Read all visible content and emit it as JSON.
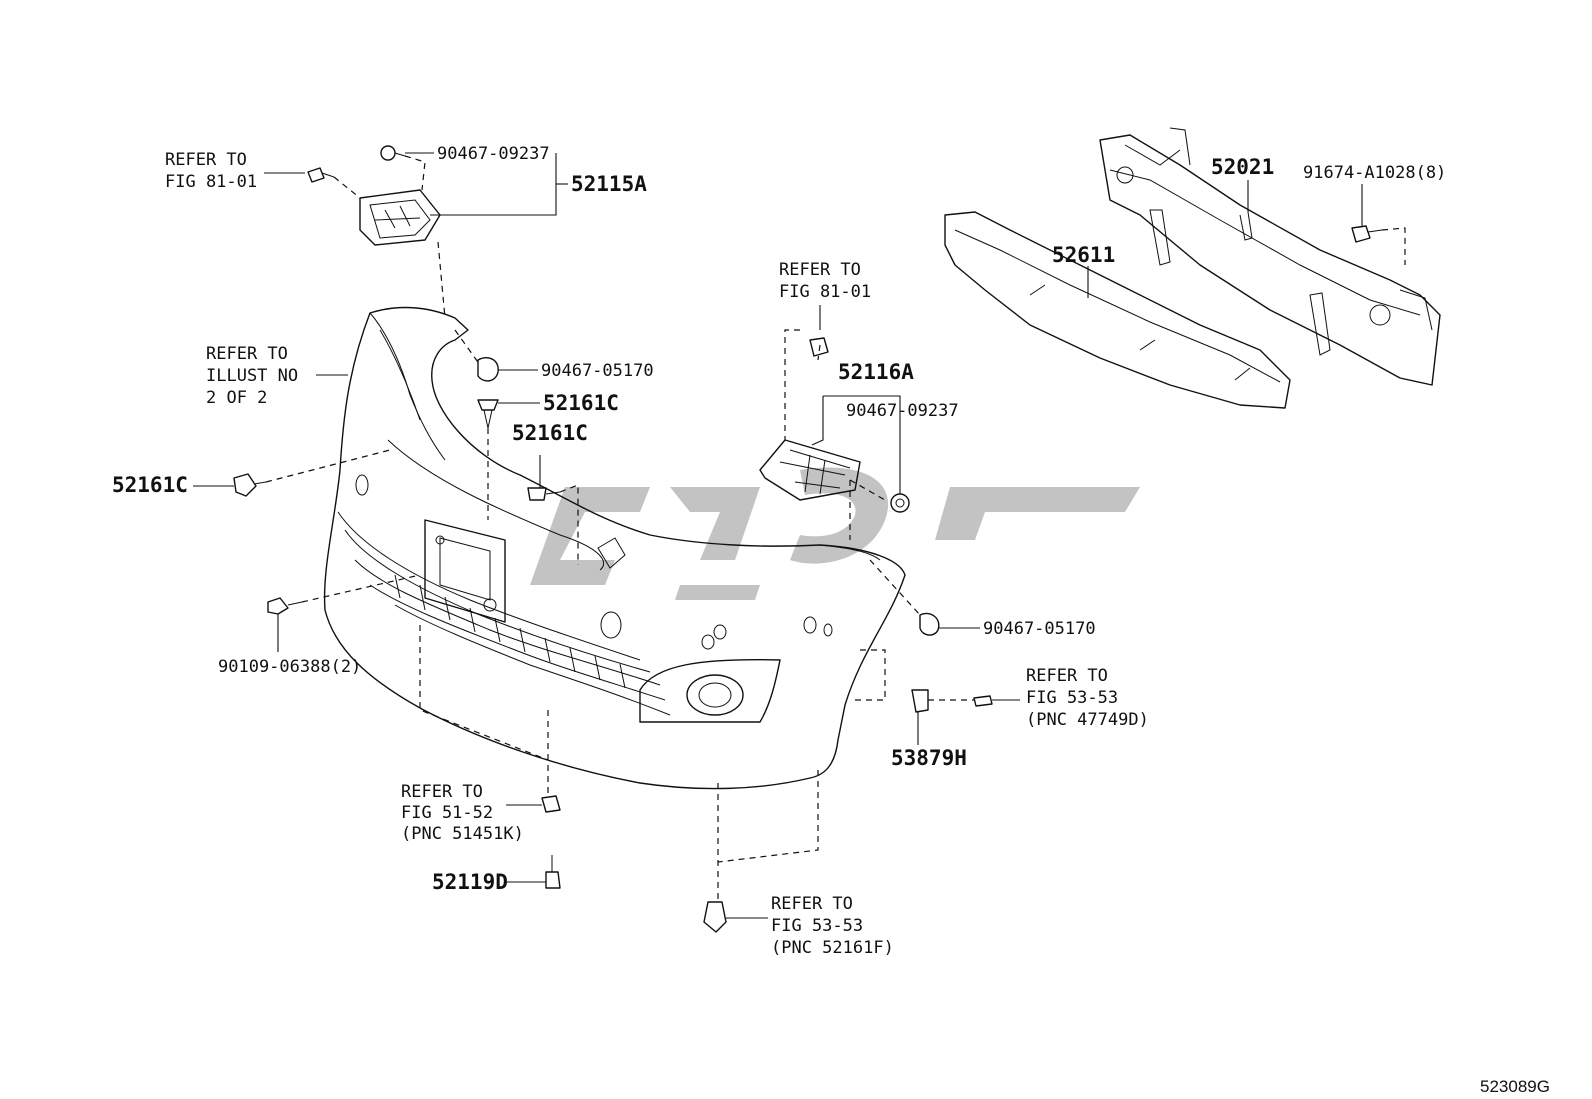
{
  "diagram_code": "523089G",
  "callouts": {
    "c_52115A": "52115A",
    "c_90467_09237_top": "90467-09237",
    "c_90467_05170_left": "90467-05170",
    "c_52161C_a": "52161C",
    "c_52161C_b": "52161C",
    "c_52161C_c": "52161C",
    "c_90109_06388": "90109-06388(2)",
    "c_52116A": "52116A",
    "c_90467_09237_right": "90467-09237",
    "c_90467_05170_right": "90467-05170",
    "c_53879H": "53879H",
    "c_52119D": "52119D",
    "c_52021": "52021",
    "c_52611": "52611",
    "c_91674_A1028": "91674-A1028(8)"
  },
  "references": {
    "ref_fig_81_01_left": [
      "REFER TO",
      "FIG 81-01"
    ],
    "ref_illust_no": [
      "REFER TO",
      "ILLUST NO",
      "2 OF 2"
    ],
    "ref_fig_81_01_right": [
      "REFER TO",
      "FIG 81-01"
    ],
    "ref_fig_53_53_right": [
      "REFER TO",
      "FIG 53-53",
      "(PNC 47749D)"
    ],
    "ref_fig_51_52": [
      "REFER TO",
      "FIG 51-52",
      "(PNC 51451K)"
    ],
    "ref_fig_53_53_bottom": [
      "REFER TO",
      "FIG 53-53",
      "(PNC 52161F)"
    ]
  },
  "icons": {
    "watermark": "watermark-logo",
    "fasteners": [
      "bolt-icon",
      "clip-icon",
      "nut-icon",
      "grommet-icon"
    ]
  },
  "colors": {
    "line": "#111111",
    "background": "#ffffff",
    "watermark": "#b8b8b8"
  }
}
